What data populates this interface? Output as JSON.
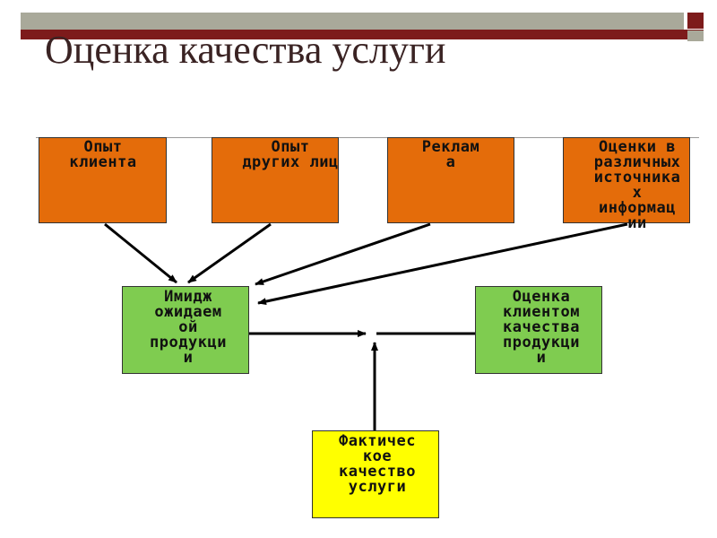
{
  "title": "Оценка качества услуги",
  "nodes": {
    "client_experience": "Опыт\nклиента",
    "others_experience": "Опыт\nдругих лиц",
    "advertising": "Реклам\nа",
    "info_sources": "Оценки в\nразличных\nисточника\nх\nинформац\nии",
    "expected_image": "Имидж\nожидаем\nой\nпродукци\nи",
    "client_assessment": "Оценка\nклиентом\nкачества\nпродукци\nи",
    "actual_quality": "Фактичес\nкое\nкачество\nуслуги"
  },
  "colors": {
    "orange": "#e46c0a",
    "green": "#7fcc50",
    "yellow": "#ffff00",
    "header_red": "#7d1b1b",
    "header_gray": "#a9a99a"
  }
}
